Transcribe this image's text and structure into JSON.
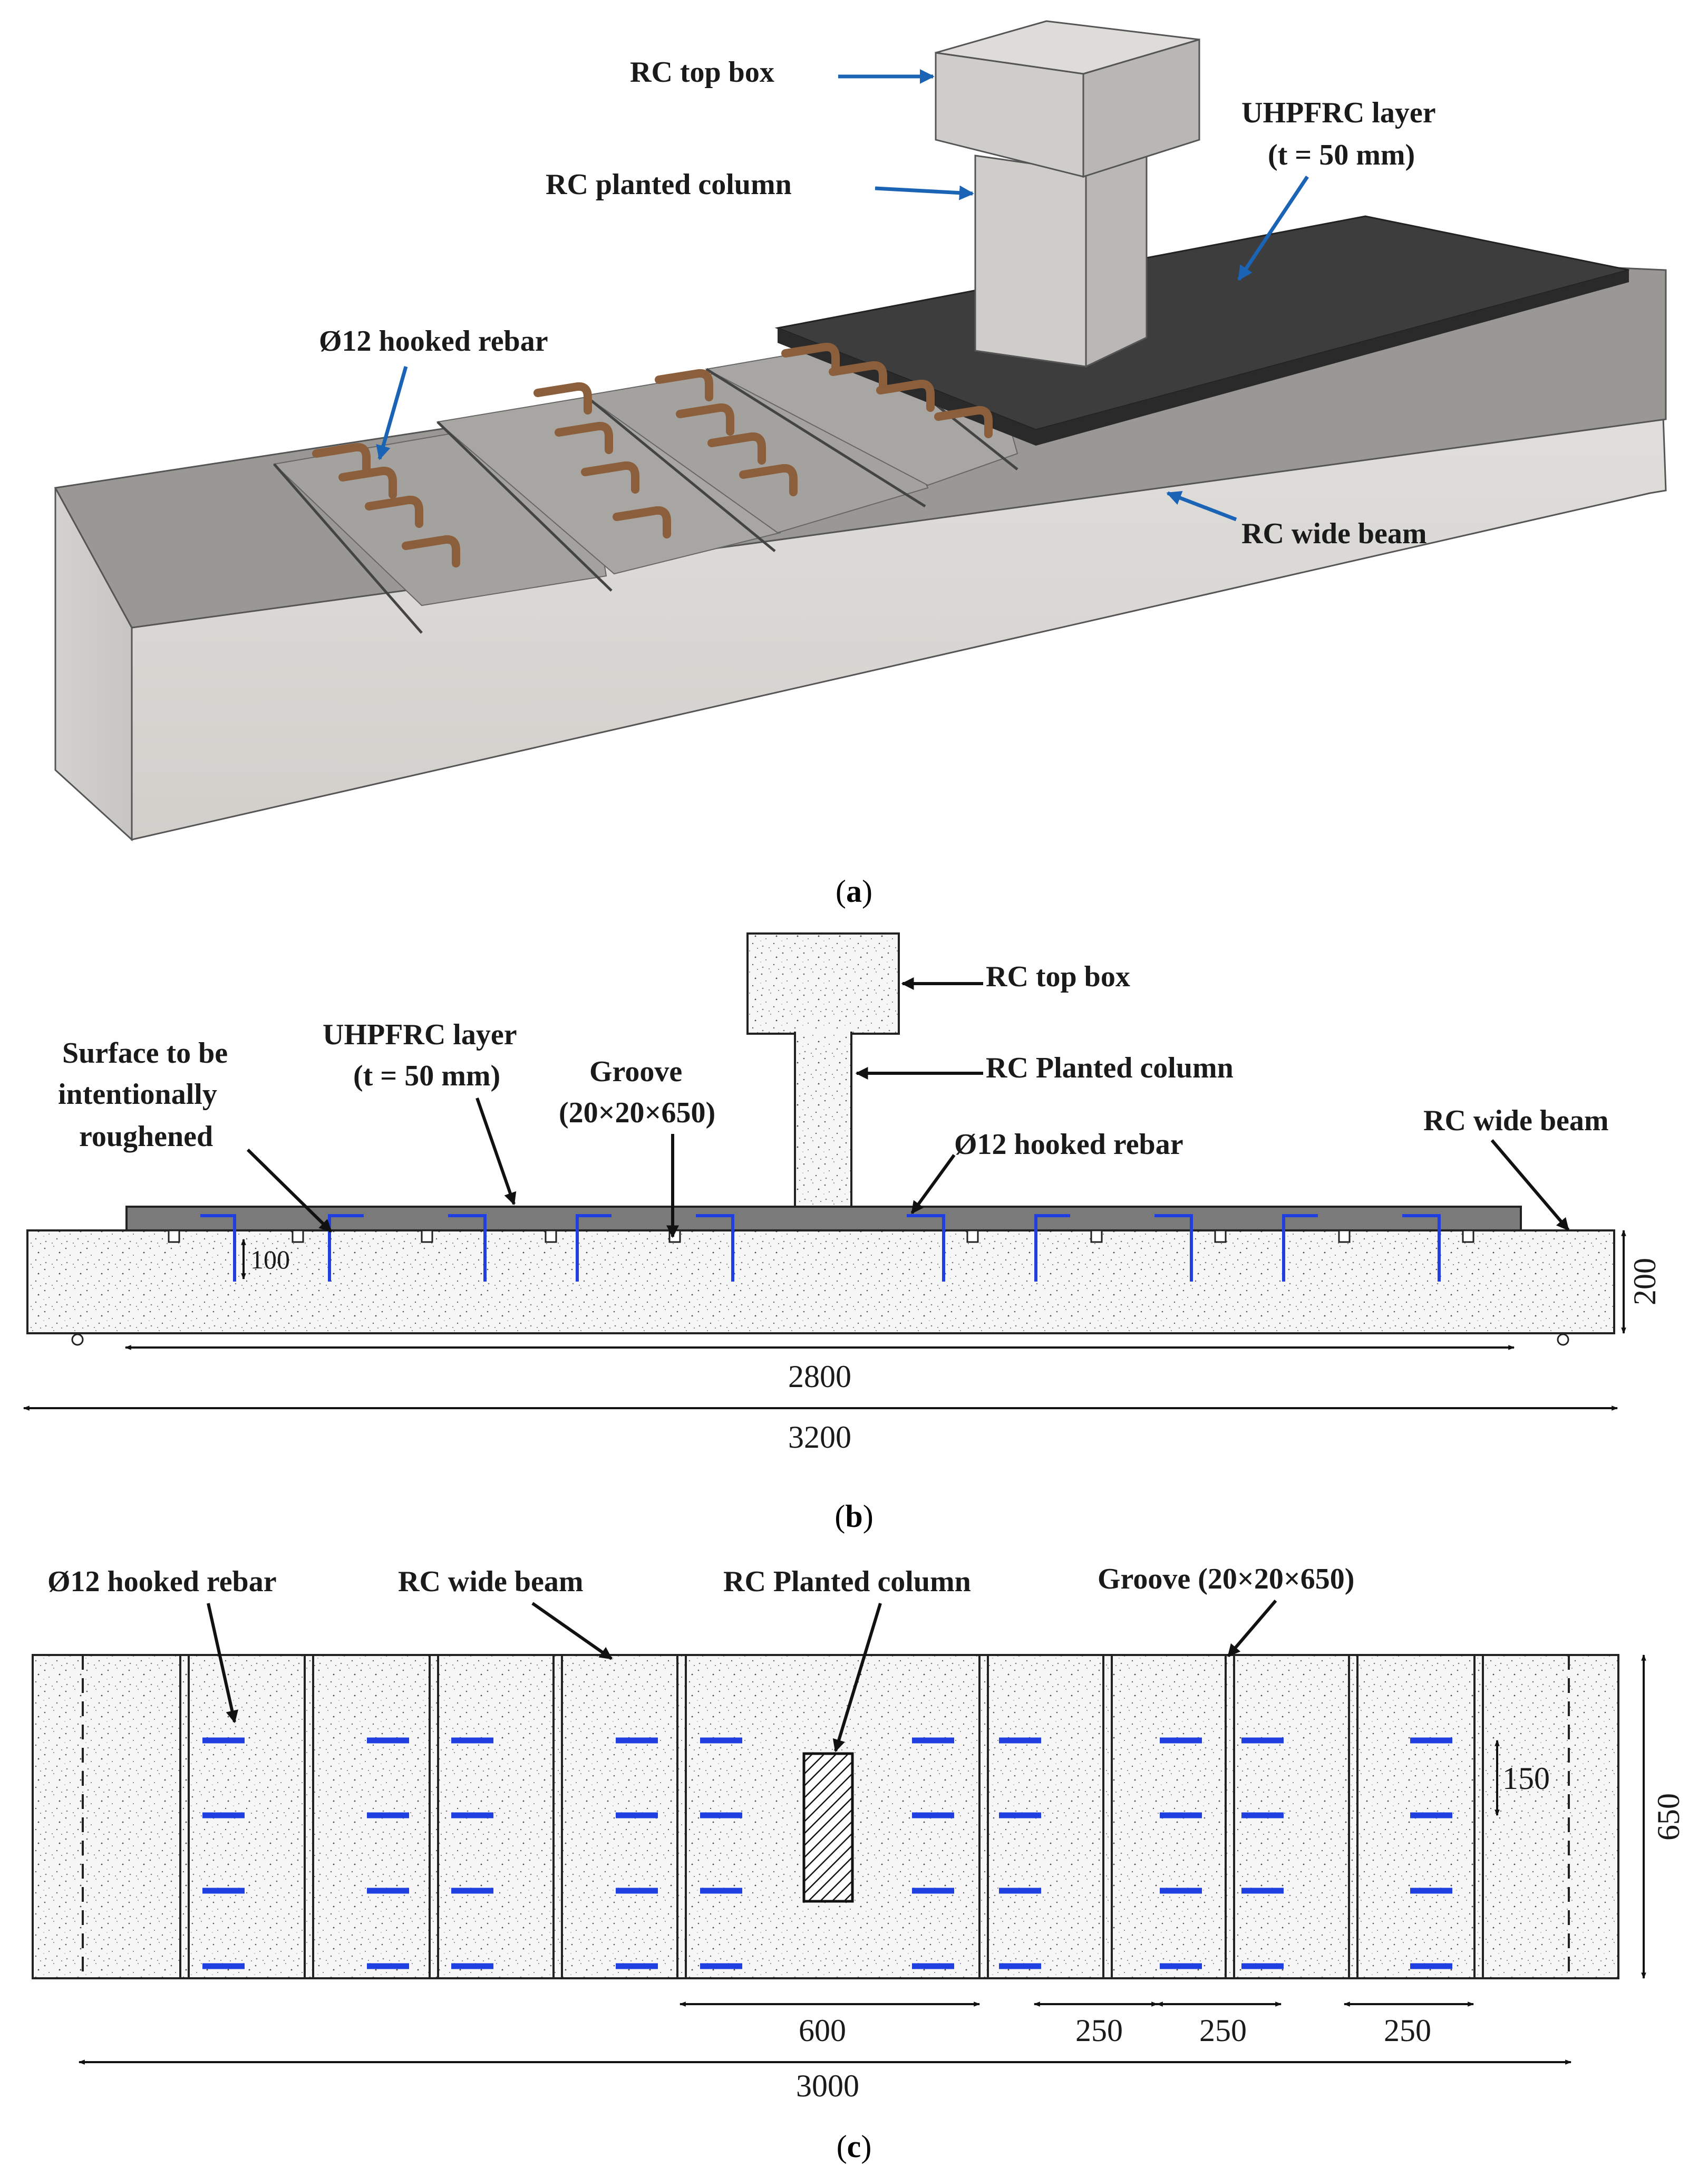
{
  "panel_a": {
    "caption_open": "(",
    "caption_letter": "a",
    "caption_close": ")",
    "labels": {
      "top_box": "RC top box",
      "planted_column": "RC planted column",
      "uhpfrc_line1": "UHPFRC  layer",
      "uhpfrc_line2": "(t = 50 mm)",
      "hooked_rebar": "Ø12 hooked rebar",
      "wide_beam": "RC wide beam"
    }
  },
  "panel_b": {
    "caption_open": "(",
    "caption_letter": "b",
    "caption_close": ")",
    "labels": {
      "top_box": "RC top box",
      "planted_column": "RC Planted column",
      "surface_line1": "Surface to be",
      "surface_line2": "intentionally",
      "surface_line3": "roughened",
      "uhpfrc_line1": "UHPFRC layer",
      "uhpfrc_line2": "(t = 50 mm)",
      "groove_line1": "Groove",
      "groove_line2": "(20×20×650)",
      "hooked_rebar": "Ø12 hooked rebar",
      "wide_beam": "RC wide beam"
    },
    "dims": {
      "rebar_depth": "100",
      "beam_height": "200",
      "support_span": "2800",
      "total_length": "3200"
    }
  },
  "panel_c": {
    "caption_open": "(",
    "caption_letter": "c",
    "caption_close": ")",
    "labels": {
      "hooked_rebar": "Ø12 hooked rebar",
      "wide_beam": "RC wide beam",
      "planted_column": "RC Planted column",
      "groove": "Groove (20×20×650)"
    },
    "dims": {
      "rebar_spacing": "150",
      "width": "650",
      "central_segment": "600",
      "segment_1": "250",
      "segment_2": "250",
      "segment_3": "250",
      "total_length": "3000"
    }
  },
  "colors": {
    "rebar_blue": "#1f3fe0",
    "arrow_blue": "#1b63b5",
    "uhpfrc_dark": "#3a3a3a",
    "concrete_light": "#f4f4f4"
  }
}
